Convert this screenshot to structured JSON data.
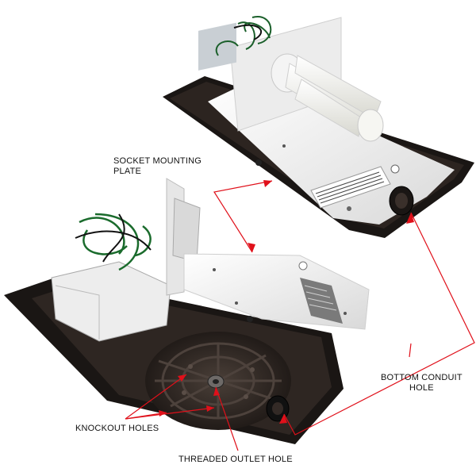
{
  "labels": {
    "socket_mounting_plate": "SOCKET MOUNTING\nPLATE",
    "bottom_conduit_hole": "BOTTOM CONDUIT\nHOLE",
    "knockout_holes": "KNOCKOUT HOLES",
    "threaded_outlet_hole": "THREADED OUTLET HOLE"
  },
  "colors": {
    "callout_line": "#e0101a",
    "housing": "#1a1614",
    "housing_inner": "#3a302b",
    "white_plate": "#f2f2f2",
    "bulb": "#f6f6f2"
  }
}
